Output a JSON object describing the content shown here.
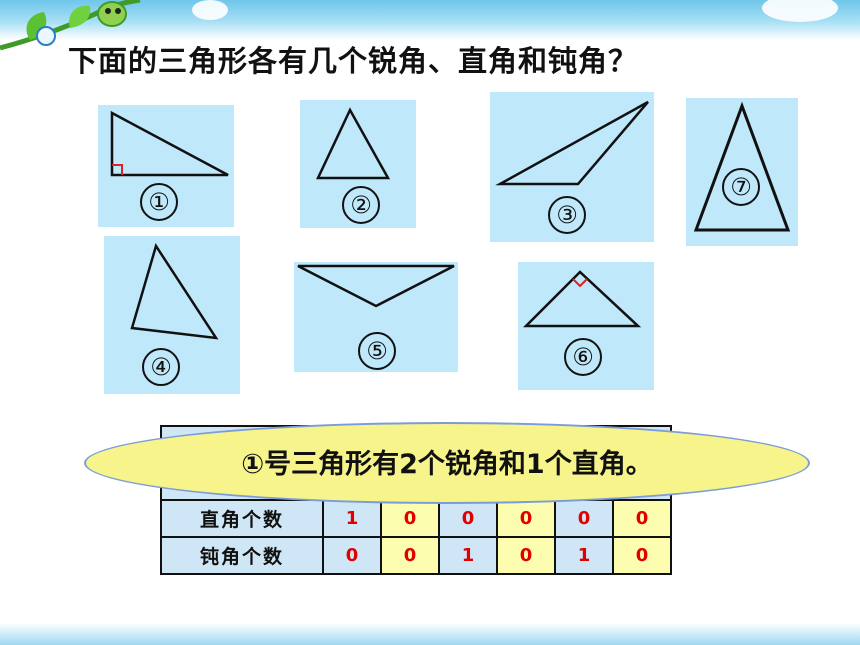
{
  "title": "下面的三角形各有几个锐角、直角和钝角？",
  "triangles": [
    {
      "number": "①",
      "type": "right"
    },
    {
      "number": "②",
      "type": "acute"
    },
    {
      "number": "③",
      "type": "obtuse"
    },
    {
      "number": "④",
      "type": "acute"
    },
    {
      "number": "⑤",
      "type": "obtuse"
    },
    {
      "number": "⑥",
      "type": "right"
    },
    {
      "number": "⑦",
      "type": "acute"
    }
  ],
  "bubble": "①号三角形有2个锐角和1个直角。",
  "table": {
    "rows": [
      {
        "label": "直角个数",
        "values": [
          "1",
          "0",
          "0",
          "0",
          "0",
          "0"
        ]
      },
      {
        "label": "钝角个数",
        "values": [
          "0",
          "0",
          "1",
          "0",
          "1",
          "0"
        ]
      }
    ]
  },
  "colors": {
    "card": "#bfe8fb",
    "cell_blue": "#cfe6f6",
    "cell_yellow": "#fdfdb0",
    "value_red": "#e00000",
    "bubble": "#f6f48a",
    "right_angle_mark": "#e02020"
  }
}
